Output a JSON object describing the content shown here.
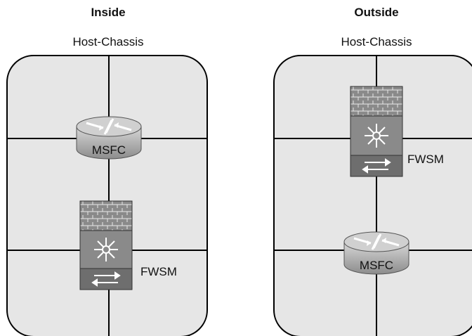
{
  "inside": {
    "title": "Inside",
    "subtitle": "Host-Chassis",
    "router_label": "MSFC",
    "firewall_label": "FWSM"
  },
  "outside": {
    "title": "Outside",
    "subtitle": "Host-Chassis",
    "firewall_label": "FWSM",
    "router_label": "MSFC"
  },
  "colors": {
    "panel_fill": "#e6e6e6",
    "router_fill": "#b5b5b5",
    "firewall_fill": "#8a8a8a",
    "outline": "#000000"
  }
}
